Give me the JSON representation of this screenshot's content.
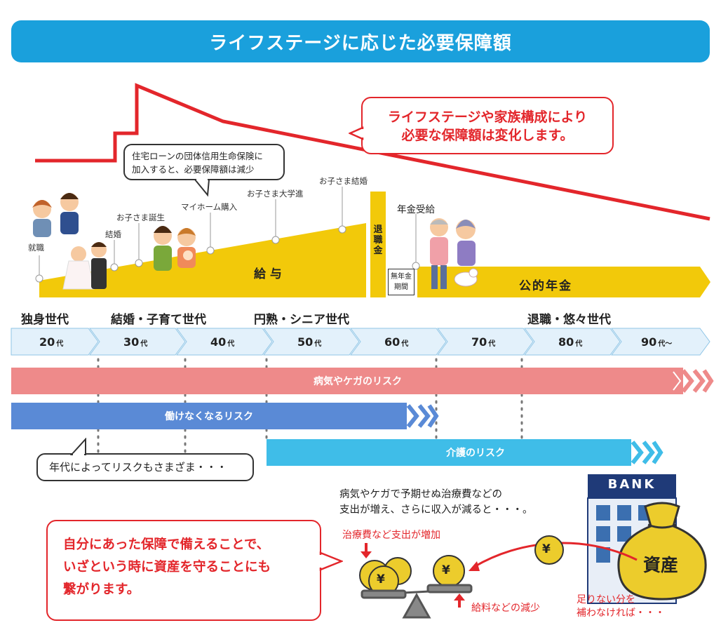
{
  "title": "ライフステージに応じた必要保障額",
  "callout_main": [
    "ライフステージや家族構成により",
    "必要な保障額は変化します。"
  ],
  "callout_loan": [
    "住宅ローンの団体信用生命保険に",
    "加入すると、必要保障額は減少"
  ],
  "events": {
    "shushoku": "就職",
    "kekkon": "結婚",
    "tanjo": "お子さま誕生",
    "myhome": "マイホーム購入",
    "daigaku": "お子さま大学進",
    "kekkon2": "お子さま結婚",
    "nenkin_jukyu": "年金受給"
  },
  "salary_label": "給 与",
  "retirement_label": "退職金",
  "no_pension_label": [
    "無年金",
    "期間"
  ],
  "public_pension_label": "公的年金",
  "generations": {
    "single": "独身世代",
    "marriage": "結婚・子育て世代",
    "senior": "円熟・シニア世代",
    "retired": "退職・悠々世代"
  },
  "ages": [
    "20",
    "30",
    "40",
    "50",
    "60",
    "70",
    "80",
    "90"
  ],
  "age_unit": "代",
  "age_last_suffix": "代〜",
  "risks": {
    "illness": "病気やケガのリスク",
    "work": "働けなくなるリスク",
    "care": "介護のリスク"
  },
  "callout_risk": "年代によってリスクもさまざま・・・",
  "info_text": [
    "病気やケガで予期せぬ治療費などの",
    "支出が増え、さらに収入が減ると・・・。"
  ],
  "expense_label": "治療費など支出が増加",
  "income_label": "給料などの減少",
  "shortfall_label": [
    "足りない分を",
    "補わなければ・・・"
  ],
  "bank_label": "BANK",
  "asset_label": "資産",
  "yen": "¥",
  "callout_bottom": [
    "自分にあった保障で備えることで、",
    "いざという時に資産を守ることにも",
    "繋がります。"
  ],
  "colors": {
    "title_bg": "#1aa0dc",
    "accent_red": "#e3262b",
    "salary_yellow": "#f2c90a",
    "age_row": "#e3f1fb",
    "age_row_border": "#8fc5e6",
    "risk_illness": "#ee8a8a",
    "risk_work": "#5a8ad6",
    "risk_care": "#3fbde8"
  }
}
